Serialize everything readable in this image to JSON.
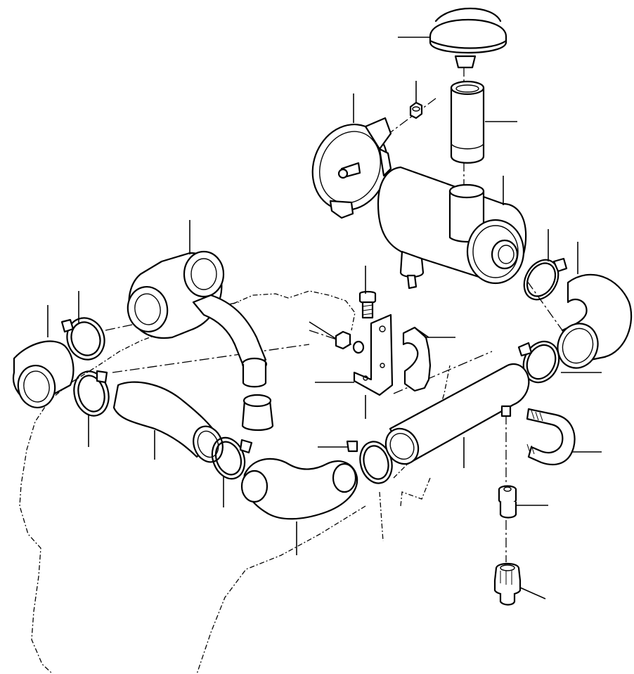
{
  "diagram": {
    "parts": [
      {
        "name": "pre-cleaner-cap"
      },
      {
        "name": "pre-cleaner-tube"
      },
      {
        "name": "nut"
      },
      {
        "name": "air-cleaner-mounting-band"
      },
      {
        "name": "air-cleaner-housing"
      },
      {
        "name": "hose-clamp"
      },
      {
        "name": "elbow-hose"
      },
      {
        "name": "turbocharger"
      },
      {
        "name": "bolt"
      },
      {
        "name": "bracket"
      },
      {
        "name": "half-clamp"
      },
      {
        "name": "intake-pipe"
      },
      {
        "name": "u-bolt"
      },
      {
        "name": "adapter-fitting"
      },
      {
        "name": "restriction-indicator-switch"
      },
      {
        "name": "intake-hose"
      },
      {
        "name": "bend-hose"
      }
    ],
    "line_color": "#000000",
    "background": "#ffffff"
  }
}
